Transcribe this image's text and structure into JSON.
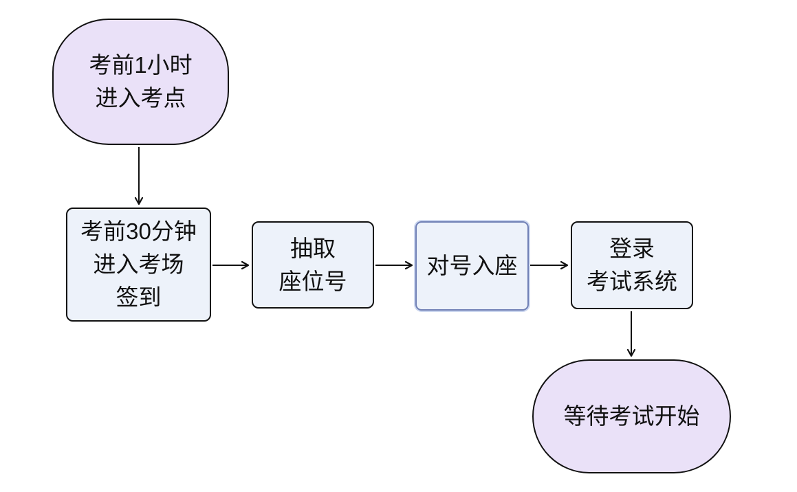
{
  "diagram": {
    "type": "flowchart",
    "language": "zh-CN",
    "nodes": [
      {
        "id": "start",
        "shape": "terminator",
        "lines": [
          "考前1小时",
          "进入考点"
        ],
        "selected": false
      },
      {
        "id": "checkin",
        "shape": "process",
        "lines": [
          "考前30分钟",
          "进入考场",
          "签到"
        ],
        "selected": false
      },
      {
        "id": "draw-seat",
        "shape": "process",
        "lines": [
          "抽取",
          "座位号"
        ],
        "selected": false
      },
      {
        "id": "take-seat",
        "shape": "process",
        "lines": [
          "对号入座"
        ],
        "selected": true
      },
      {
        "id": "login",
        "shape": "process",
        "lines": [
          "登录",
          "考试系统"
        ],
        "selected": false
      },
      {
        "id": "wait",
        "shape": "terminator",
        "lines": [
          "等待考试开始"
        ],
        "selected": false
      }
    ],
    "edges": [
      {
        "from": "start",
        "to": "checkin",
        "direction": "down"
      },
      {
        "from": "checkin",
        "to": "draw-seat",
        "direction": "right"
      },
      {
        "from": "draw-seat",
        "to": "take-seat",
        "direction": "right"
      },
      {
        "from": "take-seat",
        "to": "login",
        "direction": "right"
      },
      {
        "from": "login",
        "to": "wait",
        "direction": "down"
      }
    ],
    "colors": {
      "background": "#ffffff",
      "terminator_fill": "#eae1f8",
      "process_fill": "#edf2fa",
      "stroke": "#111111",
      "text": "#111111",
      "highlight_border": "#7080b5",
      "highlight_halo": "#ccd7ef"
    }
  }
}
